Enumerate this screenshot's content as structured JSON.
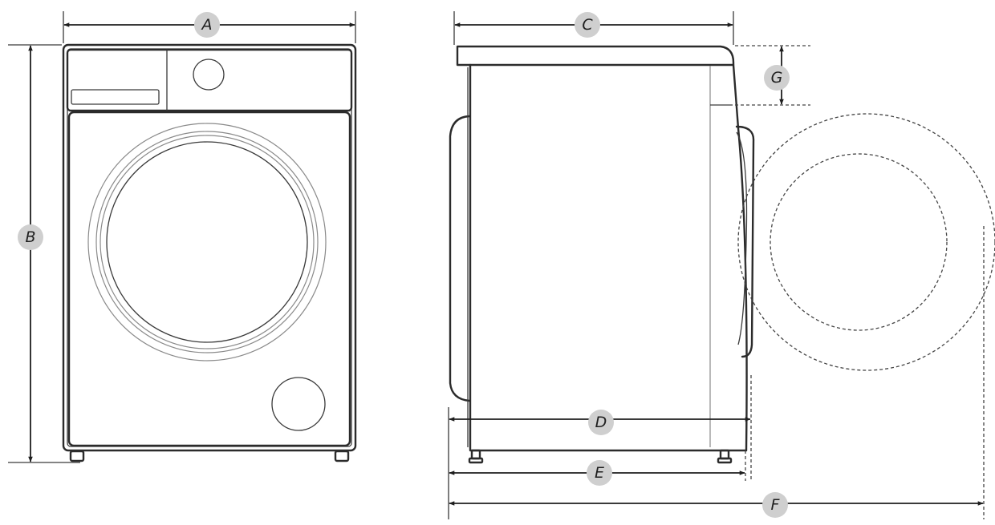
{
  "labels": {
    "width": "A",
    "height": "B",
    "top_depth": "C",
    "depth_with_door": "D",
    "body_depth": "E",
    "depth_door_open": "F",
    "panel_height": "G"
  }
}
